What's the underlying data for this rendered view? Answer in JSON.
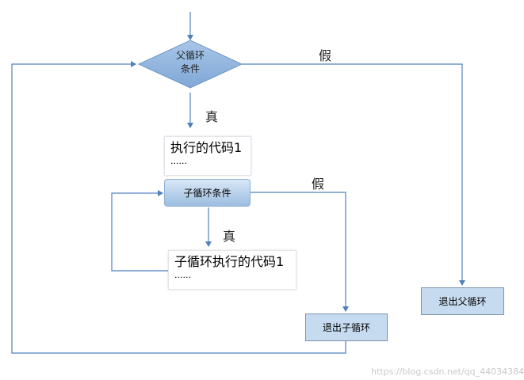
{
  "nodes": {
    "parent_condition": {
      "line1": "父循环",
      "line2": "条件"
    },
    "code1": {
      "line1": "执行的代码1",
      "line2": "......"
    },
    "child_condition": {
      "label": "子循环条件"
    },
    "child_code": {
      "line1": "子循环执行的代码1",
      "line2": "......"
    },
    "exit_parent": {
      "label": "退出父循环"
    },
    "exit_child": {
      "label": "退出子循环"
    }
  },
  "edge_labels": {
    "parent_true": "真",
    "parent_false": "假",
    "child_true": "真",
    "child_false": "假"
  },
  "watermark": "https://blog.csdn.net/qq_44034384",
  "colors": {
    "line": "#4f81bd",
    "diamond_fill": "#8fb3dd",
    "box_fill": "#c7dbf0"
  }
}
